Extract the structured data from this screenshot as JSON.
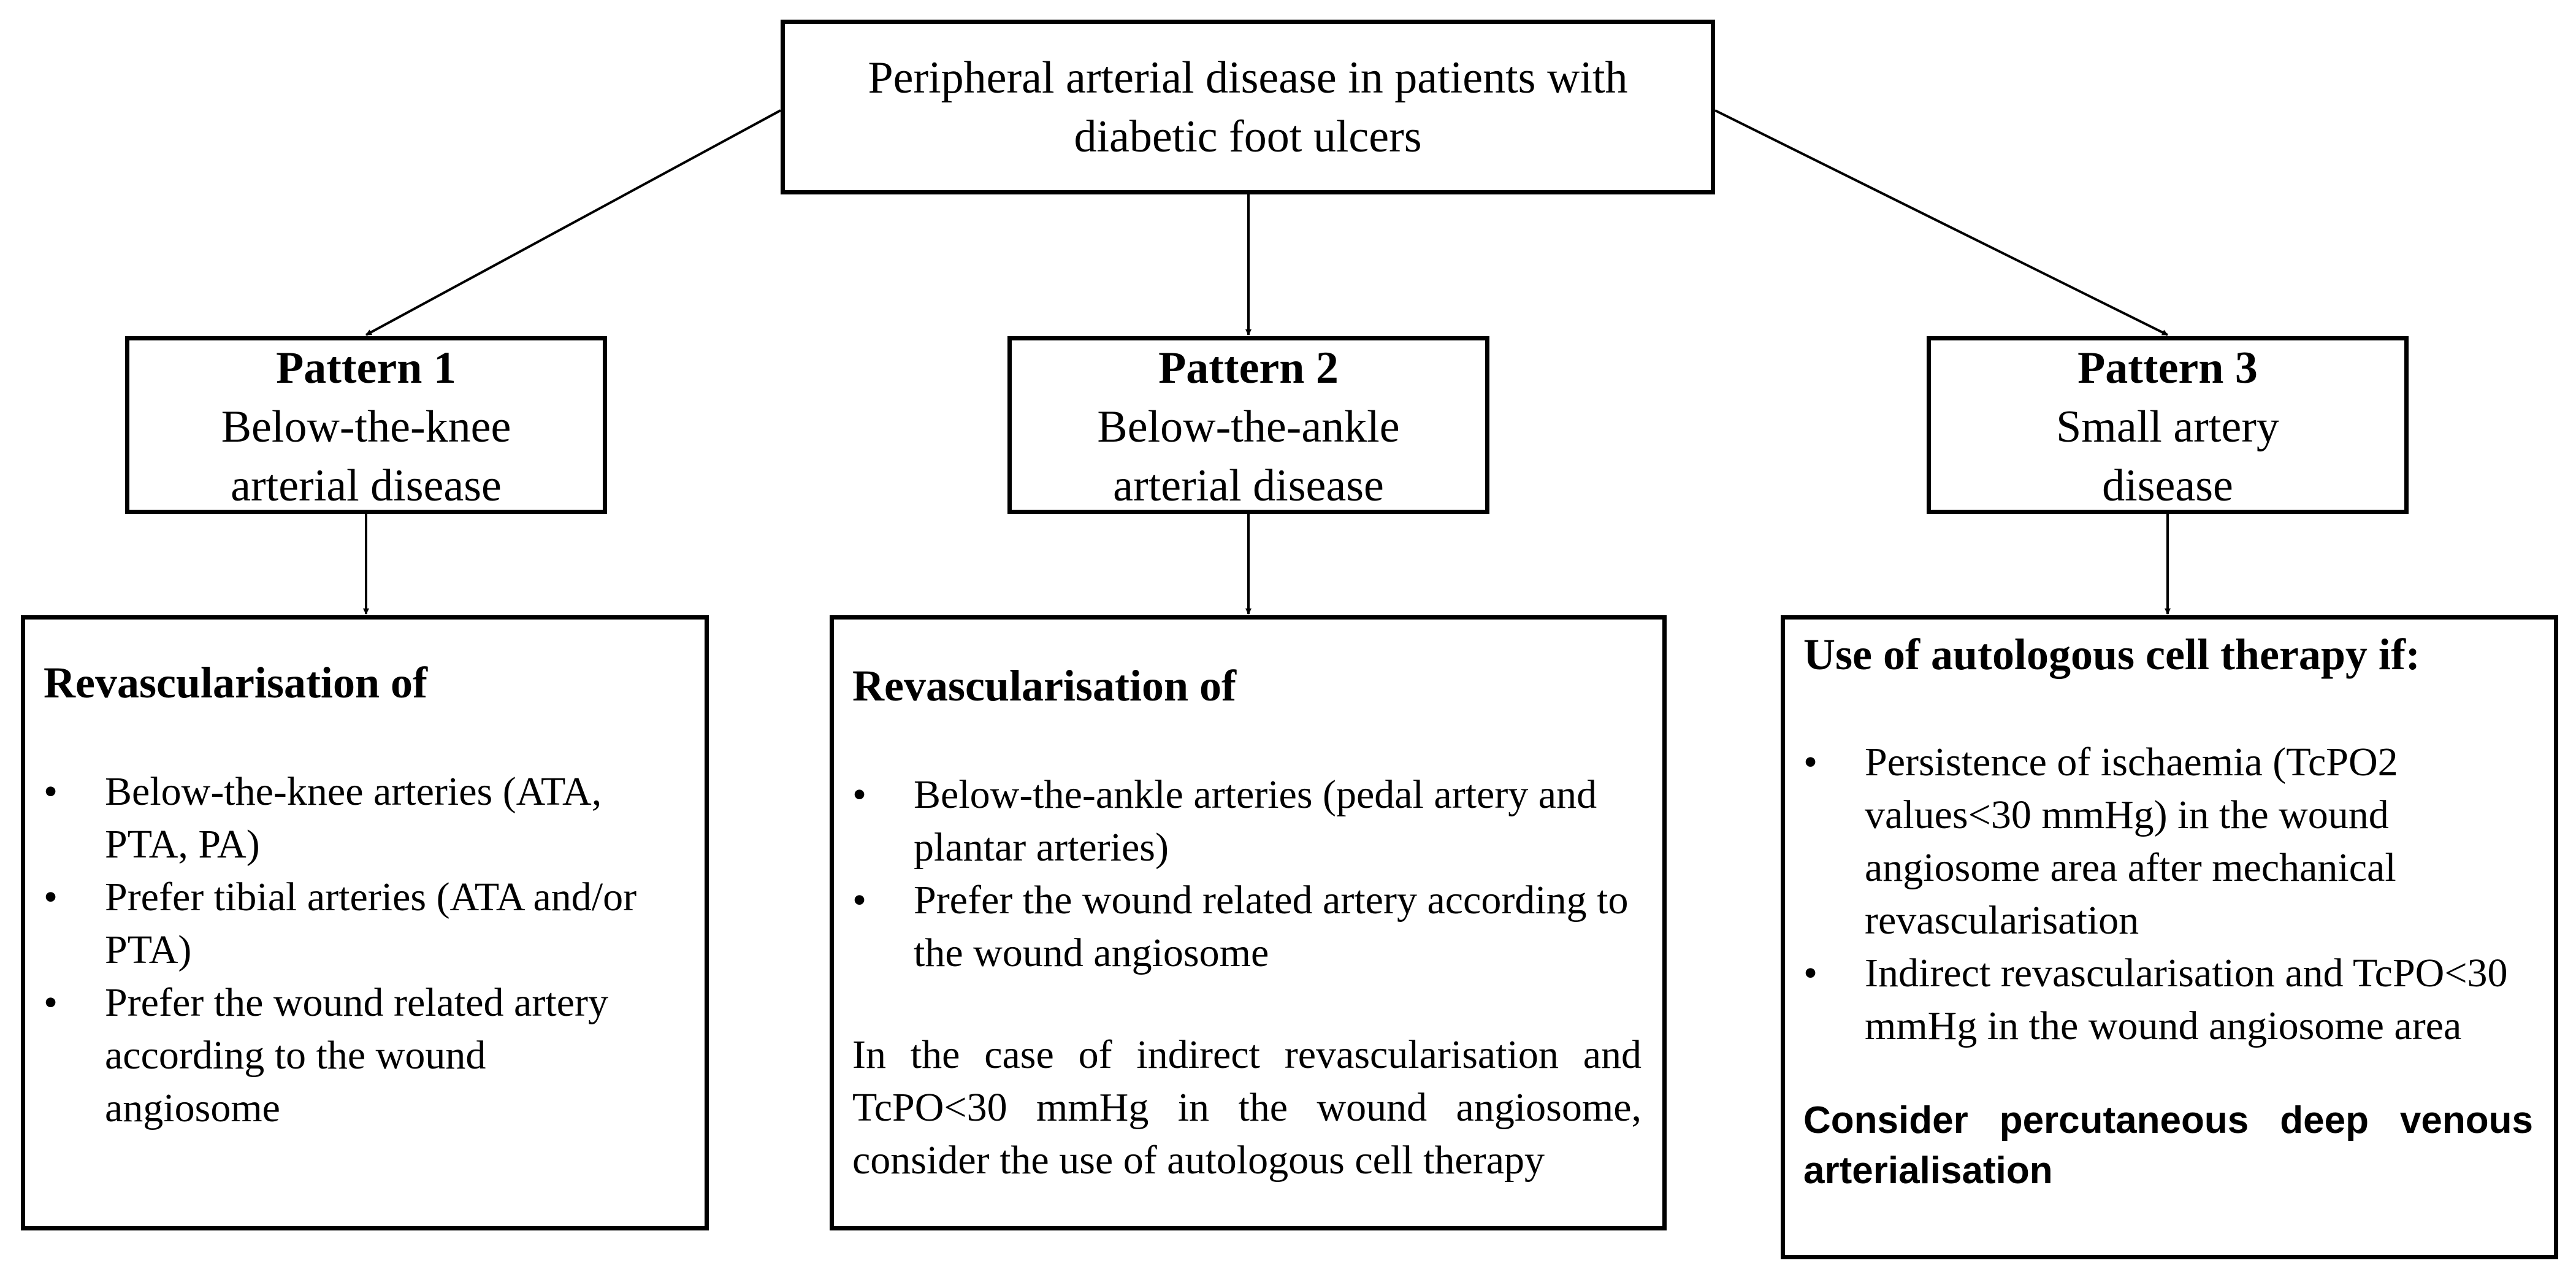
{
  "root": {
    "line1": "Peripheral arterial disease in patients with",
    "line2": "diabetic foot ulcers"
  },
  "patterns": [
    {
      "title": "Pattern 1",
      "line1": "Below-the-knee",
      "line2": "arterial disease"
    },
    {
      "title": "Pattern 2",
      "line1": "Below-the-ankle",
      "line2": "arterial disease"
    },
    {
      "title": "Pattern 3",
      "line1": "Small artery",
      "line2": "disease"
    }
  ],
  "box1": {
    "heading": "Revascularisation of",
    "items": [
      "Below-the-knee arteries (ATA, PTA, PA)",
      "Prefer tibial arteries (ATA and/or PTA)",
      "Prefer the wound related artery according to the wound angiosome"
    ]
  },
  "box2": {
    "heading": "Revascularisation of",
    "items": [
      "Below-the-ankle arteries (pedal artery and plantar arteries)",
      "Prefer the wound related artery according to the wound angiosome"
    ],
    "note": "In the case of indirect revascularisation and TcPO<30 mmHg in the wound angiosome, consider the use of autologous cell therapy"
  },
  "box3": {
    "heading": "Use of autologous cell therapy if:",
    "items": [
      "Persistence of ischaemia (TcPO2 values<30 mmHg) in the wound angiosome area after mechanical revascularisation",
      "Indirect revascularisation and TcPO<30 mmHg in the wound angiosome area"
    ],
    "note": "Consider percutaneous deep venous arterialisation"
  },
  "bullet": "•"
}
